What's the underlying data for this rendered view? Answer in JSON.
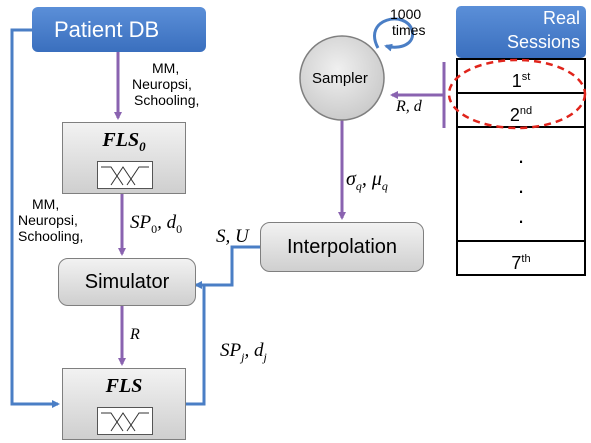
{
  "patient_db": {
    "label": "Patient DB"
  },
  "real_sessions": {
    "line1": "Real",
    "line2": "Sessions",
    "rows": [
      {
        "num": "1",
        "sup": "st"
      },
      {
        "num": "2",
        "sup": "nd"
      },
      {
        "num": "7",
        "sup": "th"
      }
    ],
    "dots": [
      "·",
      "·",
      "·"
    ]
  },
  "sampler": {
    "label": "Sampler",
    "loop_label_1": "1000",
    "loop_label_2": "times"
  },
  "fls0": {
    "label": "FLS",
    "sub": "0"
  },
  "fls": {
    "label": "FLS"
  },
  "simulator": {
    "label": "Simulator"
  },
  "interpolation": {
    "label": "Interpolation"
  },
  "edges": {
    "db_to_fls0_1": "MM,",
    "db_to_fls0_2": "Neuropsi,",
    "db_to_fls0_3": "Schooling,",
    "left_1": "MM,",
    "left_2": "Neuropsi,",
    "left_3": "Schooling,",
    "sp0": "SP",
    "sp0_sub": "0",
    "d0": ", d",
    "d0_sub": "0",
    "sigma": "σ",
    "sigma_sub": "q",
    "mu": ", μ",
    "mu_sub": "q",
    "su": "S, U",
    "rd": "R, d",
    "r": "R",
    "spj": "SP",
    "spj_sub": "j",
    "dj": ", d",
    "dj_sub": "j"
  },
  "colors": {
    "purple": "#8a63b0",
    "blue": "#4a7ec5",
    "red_dash": "#e0241b"
  }
}
